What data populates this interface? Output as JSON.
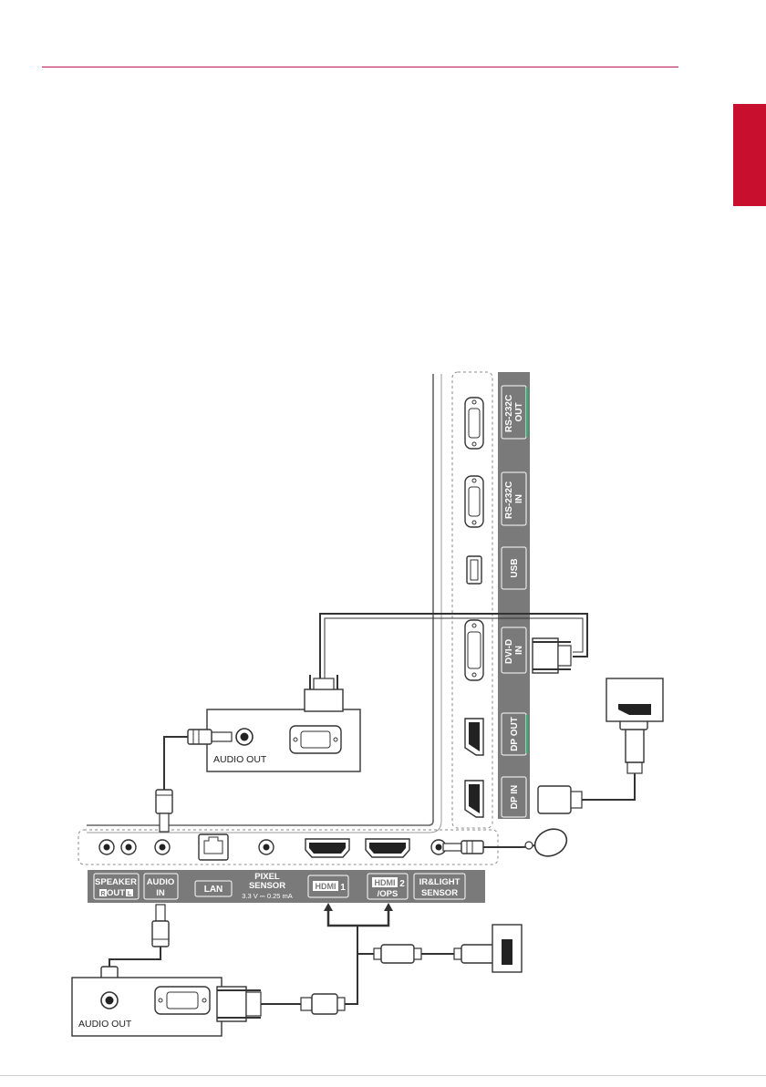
{
  "colors": {
    "accent_rule": "#b8175f",
    "side_tab": "#c8102e",
    "panel": "#7a7a7a",
    "label_border": "#ffffff",
    "highlight": "#2bb673",
    "line": "#333333"
  },
  "ports_vertical": {
    "rs232c_out": [
      "RS-232C",
      "OUT"
    ],
    "rs232c_in": [
      "RS-232C",
      "IN"
    ],
    "usb": "USB",
    "dvid_in": [
      "DVI-D",
      "IN"
    ],
    "dp_out": "DP OUT",
    "dp_in": "DP IN"
  },
  "ports_horizontal": {
    "speaker": {
      "line1": "SPEAKER",
      "line2": "OUT",
      "r": "R",
      "l": "L"
    },
    "audio_in": [
      "AUDIO",
      "IN"
    ],
    "lan": "LAN",
    "pixel_sensor": [
      "PIXEL",
      "SENSOR",
      "3.3 V ⎓ 0.25 mA"
    ],
    "hdmi1": {
      "logo": "HDMI",
      "num": "1"
    },
    "hdmi2": {
      "logo": "HDMI",
      "num": "2",
      "sub": "/OPS"
    },
    "ir_sensor": [
      "IR&LIGHT",
      "SENSOR"
    ]
  },
  "devices": {
    "upper_audio_out": "AUDIO OUT",
    "lower_audio_out": "AUDIO OUT"
  }
}
